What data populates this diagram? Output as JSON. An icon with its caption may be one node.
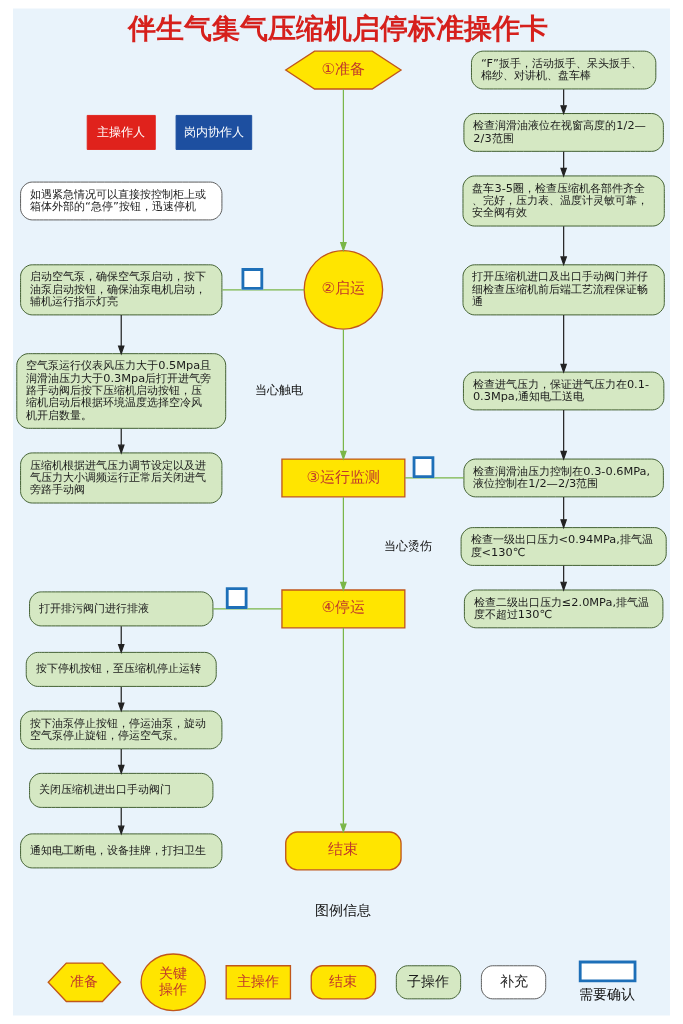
{
  "diagram": {
    "title": "伴生气集气压缩机启停标准操作卡",
    "nodes": [
      {
        "text": [
          "①准备"
        ]
      },
      {
        "text": [
          "②启运"
        ]
      },
      {
        "text": [
          "③运行监测"
        ]
      },
      {
        "text": [
          "④停运"
        ]
      },
      {
        "text": [
          "结束"
        ]
      },
      {
        "text": [
          "“F”扳手，活动扳手、呆头扳手、棉纱、对讲机、盘车棒"
        ]
      },
      {
        "text": [
          "检查润滑油液位在视窗高度的1/2— 2/3范围"
        ]
      },
      {
        "text": [
          "盘车3-5圈，检查压缩机各部件齐全、完好，压力表、温度计灵敏可靠，安全阀有效"
        ]
      },
      {
        "text": [
          "打开压缩机进口及出口手动阀门并仔细检查压缩机前后端工艺流程保证畅通"
        ]
      },
      {
        "text": [
          "检查进气压力，保证进气压力在0.1-0.3Mpa,通知电工送电"
        ]
      },
      {
        "text": [
          "检查润滑油压力控制在0.3-0.6MPa,液位控制在1/2—2/3范围"
        ]
      },
      {
        "text": [
          "检查一级出口压力<0.94MPa,排气温度<130℃"
        ]
      },
      {
        "text": [
          "检查二级出口压力≤2.0MPa,排气温度不超过130℃"
        ]
      },
      {
        "text": [
          "如遇紧急情况可以直接按控制柜上或箱体外部的“急停”按钮，迅速停机"
        ]
      },
      {
        "text": [
          "启动空气泵，确保空气泵启动，按下油泵启动按钮，确保油泵电机启动，辅机运行指示灯亮"
        ]
      },
      {
        "text": [
          "空气泵运行仪表风压力大于0.5Mpa且润滑油压力大于0.3Mpa后打开进气旁路手动阀后按下压缩机启动按钮，压缩机启动后根据环境温度选择空冷风机开启数量。"
        ]
      },
      {
        "text": [
          "压缩机根据进气压力调节设定以及进气压力大小调频运行正常后关闭进气旁路手动阀"
        ]
      },
      {
        "text": [
          "打开排污阀门进行排液"
        ]
      },
      {
        "text": [
          "按下停机按钮，至压缩机停止运转"
        ]
      },
      {
        "text": [
          "按下油泵停止按钮，停运油泵，旋动空气泵停止旋钮，停运空气泵。"
        ]
      },
      {
        "text": [
          "关闭压缩机进出口手动阀门"
        ]
      },
      {
        "text": [
          "通知电工断电，设备挂牌，打扫卫生"
        ]
      }
    ],
    "edges": [
      {
        "from": 0,
        "to": 1,
        "arrow": "to",
        "color": "#7ab648"
      },
      {
        "from": 1,
        "to": 2,
        "arrow": "to",
        "color": "#7ab648"
      },
      {
        "from": 2,
        "to": 3,
        "arrow": "to",
        "color": "#7ab648"
      },
      {
        "from": 3,
        "to": 4,
        "arrow": "to",
        "color": "#7ab648"
      },
      {
        "from": 5,
        "to": 6,
        "arrow": "to"
      },
      {
        "from": 6,
        "to": 7,
        "arrow": "to"
      },
      {
        "from": 7,
        "to": 8,
        "arrow": "to"
      },
      {
        "from": 8,
        "to": 9,
        "arrow": "to"
      },
      {
        "from": 9,
        "to": 10,
        "arrow": "to"
      },
      {
        "from": 10,
        "to": 11,
        "arrow": "to"
      },
      {
        "from": 11,
        "to": 12,
        "arrow": "to"
      },
      {
        "from": 14,
        "to": 15,
        "arrow": "to"
      },
      {
        "from": 15,
        "to": 16,
        "arrow": "to"
      },
      {
        "from": 17,
        "to": 18,
        "arrow": "to"
      },
      {
        "from": 18,
        "to": 19,
        "arrow": "to"
      },
      {
        "from": 19,
        "to": 20,
        "arrow": "to"
      },
      {
        "from": 20,
        "to": 21,
        "arrow": "to"
      },
      {
        "from": 14,
        "to": 1,
        "arrow": "none",
        "color": "#7ab648"
      },
      {
        "from": 2,
        "to": 10,
        "arrow": "none",
        "color": "#7ab648"
      },
      {
        "from": 17,
        "to": 3,
        "arrow": "none",
        "color": "#7ab648"
      }
    ],
    "labels": [
      "当心触电",
      "当心烫伤",
      "图例信息"
    ],
    "legend": [
      {
        "text": "主操作人",
        "color": "#e0221c"
      },
      {
        "text": "岗内协作人",
        "color": "#1d4fa0"
      },
      {
        "text": "准备"
      },
      {
        "text": "关键操作"
      },
      {
        "text": "主操作"
      },
      {
        "text": "结束"
      },
      {
        "text": "子操作"
      },
      {
        "text": "补充"
      },
      {
        "text": "需要确认"
      }
    ]
  }
}
